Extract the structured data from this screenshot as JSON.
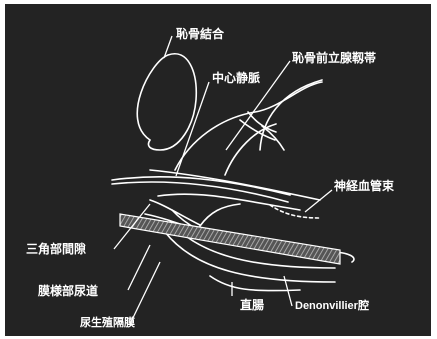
{
  "figure": {
    "labels": {
      "pubic_symphysis": "恥骨結合",
      "puboprostatic_ligament": "恥骨前立腺靱帯",
      "central_vein": "中心静脈",
      "neurovascular_bundle": "神経血管束",
      "triangular_space": "三角部間隙",
      "membranous_urethra": "膜様部尿道",
      "urogenital_diaphragm": "尿生殖隔膜",
      "rectum": "直腸",
      "denonvilliers_space": "Denonvillier腔"
    },
    "colors": {
      "background": "#232323",
      "line": "#ffffff",
      "hatch": "#9a9a9a"
    }
  }
}
